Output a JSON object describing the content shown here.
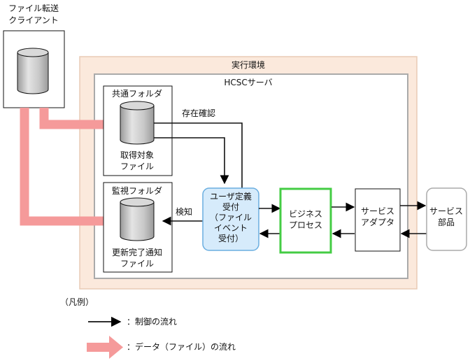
{
  "client": {
    "title_line1": "ファイル転送",
    "title_line2": "クライアント"
  },
  "exec_env": {
    "label": "実行環境"
  },
  "hcsc_server": {
    "label": "HCSCサーバ"
  },
  "shared_folder": {
    "label": "共通フォルダ",
    "file_line1": "取得対象",
    "file_line2": "ファイル"
  },
  "monitor_folder": {
    "label": "監視フォルダ",
    "file_line1": "更新完了通知",
    "file_line2": "ファイル"
  },
  "existence_check": {
    "label": "存在確認"
  },
  "detect": {
    "label": "検知"
  },
  "user_reception": {
    "line1": "ユーザ定義",
    "line2": "受付",
    "line3": "（ファイル",
    "line4": "イベント",
    "line5": "受付）"
  },
  "business_process": {
    "line1": "ビジネス",
    "line2": "プロセス"
  },
  "service_adapter": {
    "line1": "サービス",
    "line2": "アダプタ"
  },
  "service_component": {
    "line1": "サービス",
    "line2": "部品"
  },
  "legend": {
    "title": "（凡例）",
    "control_flow": "：制御の流れ",
    "data_flow": "：データ（ファイル）の流れ"
  },
  "colors": {
    "exec_env_fill": "#fbe9dc",
    "exec_env_stroke": "#e9cbb5",
    "data_flow_arrow": "#f59a9a",
    "user_reception_fill": "#d6ebfb",
    "user_reception_stroke": "#6aaee0",
    "business_process_stroke": "#44cc44",
    "cylinder_fill": "#cfcfcf"
  },
  "icons": [
    "cylinder-icon"
  ]
}
